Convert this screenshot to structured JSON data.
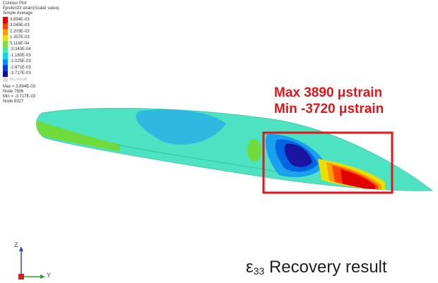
{
  "legend": {
    "title": "Contour Plot",
    "subtitle": "Epsilon33 strain(Scalar value)",
    "averaging": "Simple Average",
    "ticks": [
      {
        "label": "3.894E-03",
        "color": "#e00000"
      },
      {
        "label": "3.049E-03",
        "color": "#ff4400"
      },
      {
        "label": "2.203E-03",
        "color": "#ff9a00"
      },
      {
        "label": "1.357E-03",
        "color": "#e8e000"
      },
      {
        "label": "5.116E-04",
        "color": "#80e040"
      },
      {
        "label": "-3.340E-04",
        "color": "#40f0a0"
      },
      {
        "label": "-1.180E-03",
        "color": "#00d8e8"
      },
      {
        "label": "-2.025E-03",
        "color": "#0090ff"
      },
      {
        "label": "-2.871E-03",
        "color": "#0040e0"
      },
      {
        "label": "-3.717E-03",
        "color": "#1010a0"
      }
    ],
    "no_result": "No result",
    "max_line": "Max = 3.894E-03",
    "max_node": "Node 7806",
    "min_line": "Min = -3.717E-03",
    "min_node": "Node 8327"
  },
  "annotation": {
    "max_text": "Max 3890 μstrain",
    "min_text": "Min -3720 μstrain",
    "box_color": "#e41418"
  },
  "caption": {
    "prefix": "ε",
    "subscript": "33",
    "suffix": " Recovery result"
  },
  "triad": {
    "z": "Z",
    "y": "Y"
  }
}
